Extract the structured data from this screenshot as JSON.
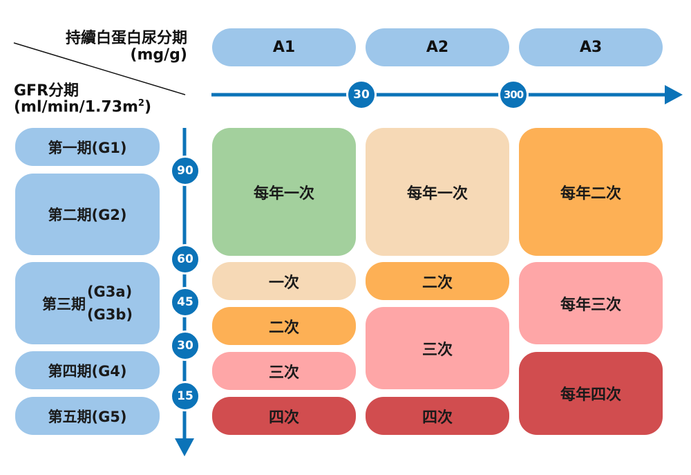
{
  "header": {
    "proteinuria_title": "持續白蛋白尿分期",
    "proteinuria_unit": "(mg/g)",
    "gfr_title": "GFR分期",
    "gfr_unit_main": "(ml/min/1.73m",
    "gfr_unit_sup": "2",
    "gfr_unit_close": ")"
  },
  "albuminuria": [
    "A1",
    "A2",
    "A3"
  ],
  "albuminuria_thresholds": [
    "30",
    "300"
  ],
  "gfr_thresholds": [
    "90",
    "60",
    "45",
    "30",
    "15"
  ],
  "stages": {
    "g1": "第一期(G1)",
    "g2": "第二期(G2)",
    "g3_prefix": "第三期",
    "g3a": "(G3a)",
    "g3b": "(G3b)",
    "g4": "第四期(G4)",
    "g5": "第五期(G5)"
  },
  "cells": {
    "a1_g12": "每年一次",
    "a2_g12": "每年一次",
    "a3_g12": "每年二次",
    "a1_g3a": "一次",
    "a1_g3b": "二次",
    "a1_g4": "三次",
    "a1_g5": "四次",
    "a2_g3a": "二次",
    "a2_g3b_g4": "三次",
    "a2_g5": "四次",
    "a3_g3": "每年三次",
    "a3_g45": "每年四次"
  },
  "colors": {
    "header_blue": "#9dc6ea",
    "axis_blue": "#0b73b8",
    "green": "#a3d09d",
    "peach": "#f6d9b6",
    "orange": "#fdb055",
    "pink": "#fea6a7",
    "red": "#d14d4f"
  }
}
